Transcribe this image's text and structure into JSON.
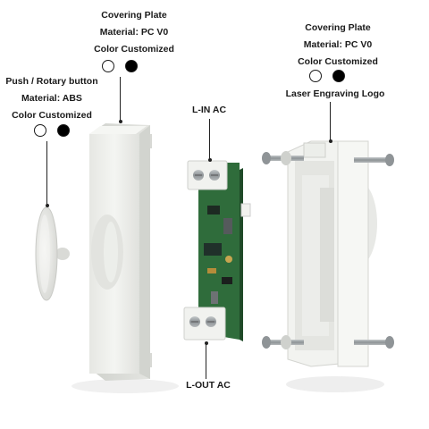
{
  "annotations": {
    "covering_plate_left": {
      "title": "Covering Plate",
      "material": "Material: PC V0",
      "color": "Color Customized",
      "swatches": [
        "#ffffff",
        "#000000"
      ]
    },
    "covering_plate_right": {
      "title": "Covering Plate",
      "material": "Material: PC V0",
      "color": "Color Customized",
      "swatches": [
        "#ffffff",
        "#000000"
      ],
      "extra": "Laser Engraving Logo"
    },
    "button": {
      "title": "Push / Rotary button",
      "material": "Material: ABS",
      "color": "Color Customized",
      "swatches": [
        "#ffffff",
        "#000000"
      ]
    },
    "pcb_top": {
      "label": "L-IN  AC"
    },
    "pcb_bottom": {
      "label": "L-OUT  AC"
    }
  },
  "colors": {
    "plastic": "#eeefec",
    "plastic_shadow": "#d6d8d4",
    "pcb": "#2e6b3a",
    "screw": "#9aa0a3"
  }
}
